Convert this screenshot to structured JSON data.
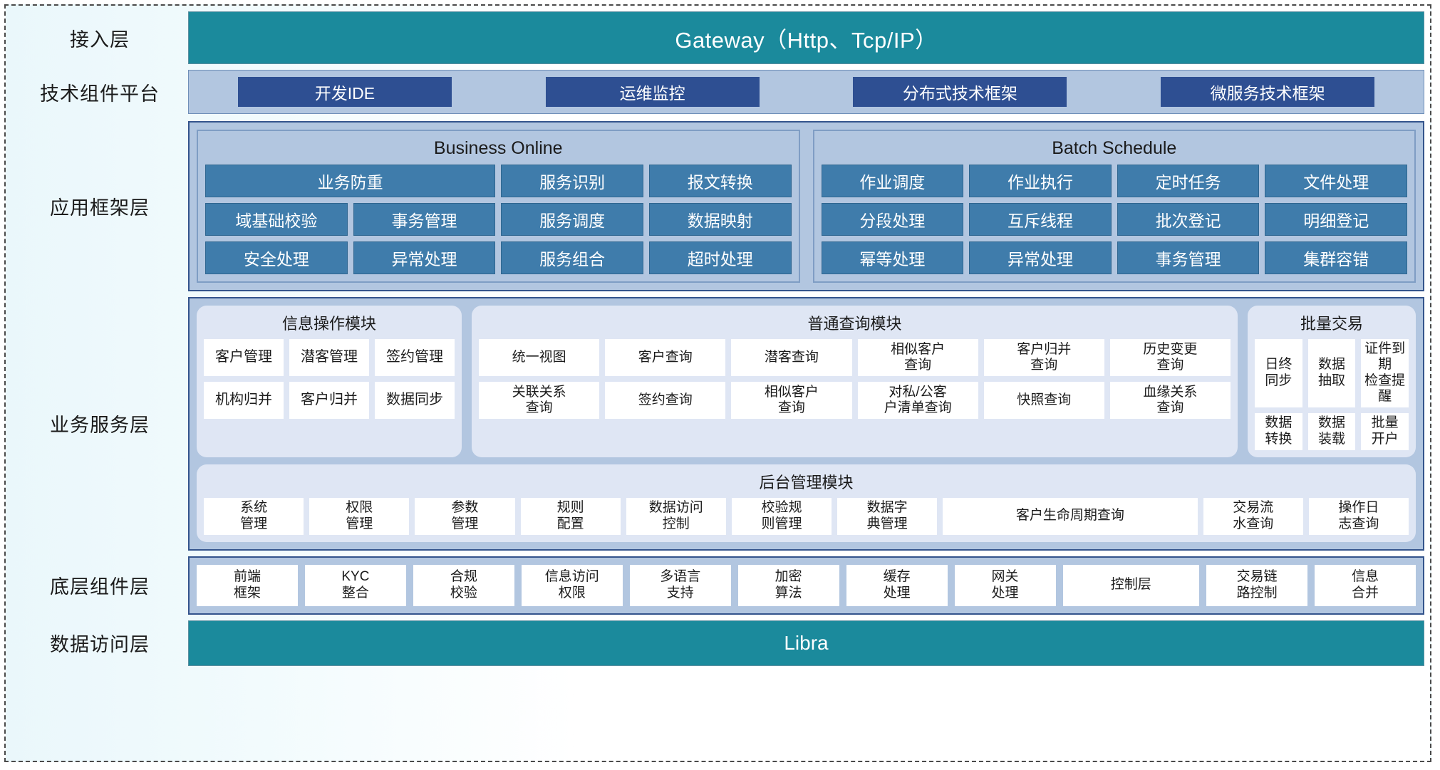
{
  "layers": {
    "access": {
      "label": "接入层",
      "gateway": "Gateway（Http、Tcp/IP）"
    },
    "tech_platform": {
      "label": "技术组件平台",
      "chips": [
        "开发IDE",
        "运维监控",
        "分布式技术框架",
        "微服务技术框架"
      ]
    },
    "app_framework": {
      "label": "应用框架层",
      "panels": [
        {
          "title": "Business Online",
          "cells": [
            "业务防重",
            "服务识别",
            "报文转换",
            "域基础校验",
            "事务管理",
            "服务调度",
            "数据映射",
            "安全处理",
            "异常处理",
            "服务组合",
            "超时处理"
          ]
        },
        {
          "title": "Batch Schedule",
          "cells": [
            "作业调度",
            "作业执行",
            "定时任务",
            "文件处理",
            "分段处理",
            "互斥线程",
            "批次登记",
            "明细登记",
            "幂等处理",
            "异常处理",
            "事务管理",
            "集群容错"
          ]
        }
      ]
    },
    "business_service": {
      "label": "业务服务层",
      "modules": [
        {
          "title": "信息操作模块",
          "cells": [
            "客户管理",
            "潜客管理",
            "签约管理",
            "机构归并",
            "客户归并",
            "数据同步"
          ]
        },
        {
          "title": "普通查询模块",
          "cells": [
            "统一视图",
            "客户查询",
            "潜客查询",
            "相似客户\n查询",
            "客户归并\n查询",
            "历史变更\n查询",
            "关联关系\n查询",
            "签约查询",
            "相似客户\n查询",
            "对私/公客\n户清单查询",
            "快照查询",
            "血缘关系\n查询"
          ]
        },
        {
          "title": "批量交易",
          "cells": [
            "日终\n同步",
            "数据\n抽取",
            "证件到期\n检查提醒",
            "数据\n转换",
            "数据\n装载",
            "批量\n开户"
          ]
        }
      ],
      "management": {
        "title": "后台管理模块",
        "cells": [
          "系统\n管理",
          "权限\n管理",
          "参数\n管理",
          "规则\n配置",
          "数据访问\n控制",
          "校验规\n则管理",
          "数据字\n典管理",
          "客户生命周期查询",
          "交易流\n水查询",
          "操作日\n志查询"
        ]
      }
    },
    "base_component": {
      "label": "底层组件层",
      "cells": [
        "前端\n框架",
        "KYC\n整合",
        "合规\n校验",
        "信息访问\n权限",
        "多语言\n支持",
        "加密\n算法",
        "缓存\n处理",
        "网关\n处理",
        "控制层",
        "交易链\n路控制",
        "信息\n合并"
      ]
    },
    "data_access": {
      "label": "数据访问层",
      "title": "Libra"
    }
  },
  "colors": {
    "teal": "#1b8a9c",
    "panel_blue": "#b2c6e0",
    "chip_navy": "#2e4f92",
    "cell_blue": "#3f7cab",
    "module_bg": "#dfe6f4"
  }
}
